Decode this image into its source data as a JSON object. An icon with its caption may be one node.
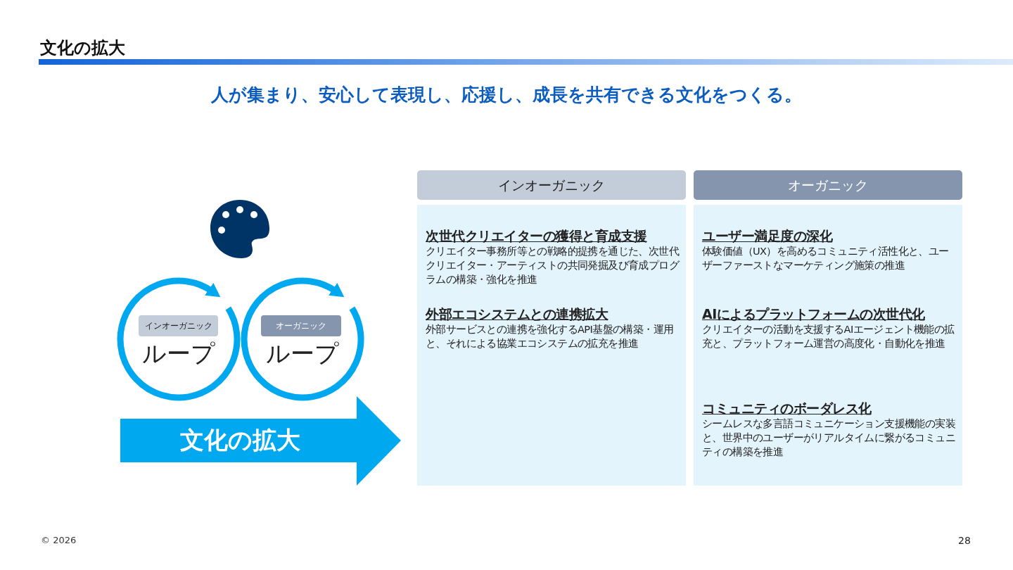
{
  "diagram": {
    "title": "文化の拡大",
    "nodes": [
      {
        "text": [
          "ループ"
        ]
      },
      {
        "text": [
          "インオーガニック"
        ],
        "in": 0
      },
      {
        "text": [
          "ループ"
        ]
      },
      {
        "text": [
          "オーガニック"
        ],
        "in": 2
      },
      {
        "text": [
          "文化の拡大"
        ]
      },
      {
        "text": [
          "インオーガニック"
        ]
      },
      {
        "text": [
          "次世代クリエイターの獲得と育成支援",
          "クリエイター事務所等との戦略的提携を通じた、次世代クリエイター・アーティストの共同発掘及び育成プログラムの構築・強化を推進",
          "外部エコシステムとの連携拡大",
          "外部サービスとの連携を強化するAPI基盤の構築・運用と、それによる協業エコシステムの拡充を推進"
        ]
      },
      {
        "text": [
          "オーガニック"
        ]
      },
      {
        "text": [
          "ユーザー満足度の深化",
          "体験価値（UX）を高めるコミュニティ活性化と、ユーザーファーストなマーケティング施策の推進",
          "AIによるプラットフォームの次世代化",
          "クリエイターの活動を支援するAIエージェント機能の拡充と、プラットフォーム運営の高度化・自動化を推進",
          "コミュニティのボーダレス化",
          "シームレスな多言語コミュニケーション支援機能の実装と、世界中のユーザーがリアルタイムに繋がるコミュニティの構築を推進"
        ]
      }
    ],
    "edges": [],
    "labels": [
      "人が集まり、安心して表現し、応援し、成長を共有できる文化をつくる。",
      "© 2026",
      "28"
    ]
  }
}
